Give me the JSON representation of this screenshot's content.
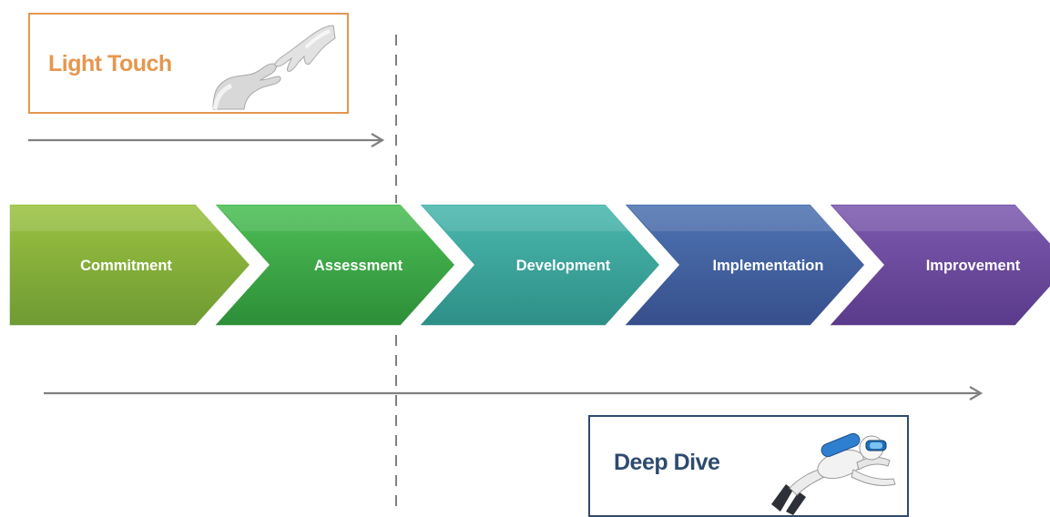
{
  "light_touch": {
    "title": "Light Touch",
    "image": "hands-touching-icon"
  },
  "deep_dive": {
    "title": "Deep Dive",
    "image": "scuba-diver-icon"
  },
  "stages": [
    {
      "label": "Commitment",
      "color_top": "#9cc342",
      "color_bottom": "#6e9a32"
    },
    {
      "label": "Assessment",
      "color_top": "#4dbf56",
      "color_bottom": "#2d8e38"
    },
    {
      "label": "Development",
      "color_top": "#4ab8ae",
      "color_bottom": "#2e8f87"
    },
    {
      "label": "Implementation",
      "color_top": "#4f74b2",
      "color_bottom": "#364f8c"
    },
    {
      "label": "Improvement",
      "color_top": "#7d5bb0",
      "color_bottom": "#5a3a8a"
    }
  ],
  "colors": {
    "light_touch": "#e5974f",
    "deep_dive": "#2e4b6f",
    "arrow": "#808080",
    "divider": "#808080"
  }
}
